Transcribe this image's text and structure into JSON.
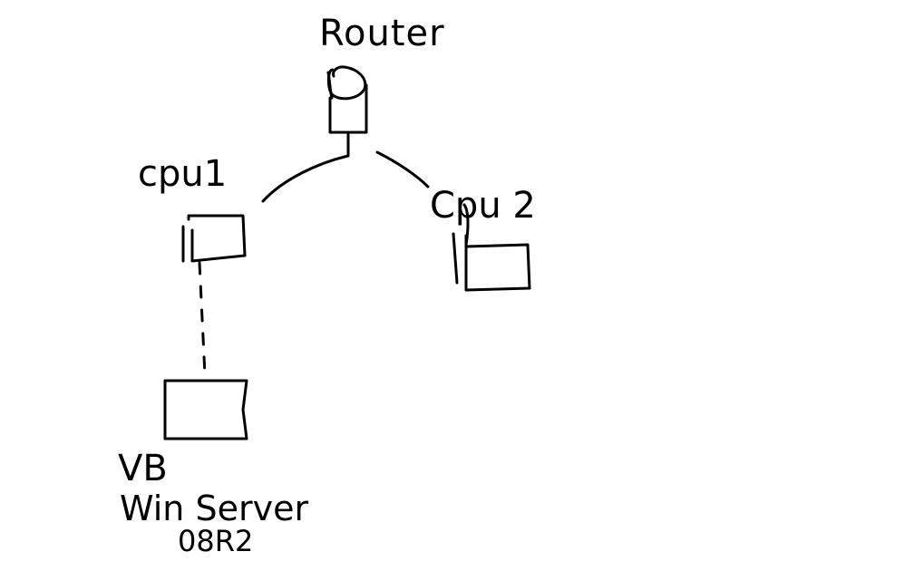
{
  "nodes": {
    "router": {
      "label": "Router"
    },
    "cpu1": {
      "label": "cpu1"
    },
    "cpu2": {
      "label": "Cpu 2"
    },
    "vb": {
      "label": "VB",
      "line2": "Win Server",
      "line3": "08R2"
    }
  },
  "edges": [
    {
      "from": "router",
      "to": "cpu1",
      "style": "solid"
    },
    {
      "from": "router",
      "to": "cpu2",
      "style": "solid"
    },
    {
      "from": "cpu1",
      "to": "vb",
      "style": "dashed"
    }
  ],
  "colors": {
    "ink": "#000000",
    "background": "#ffffff"
  }
}
